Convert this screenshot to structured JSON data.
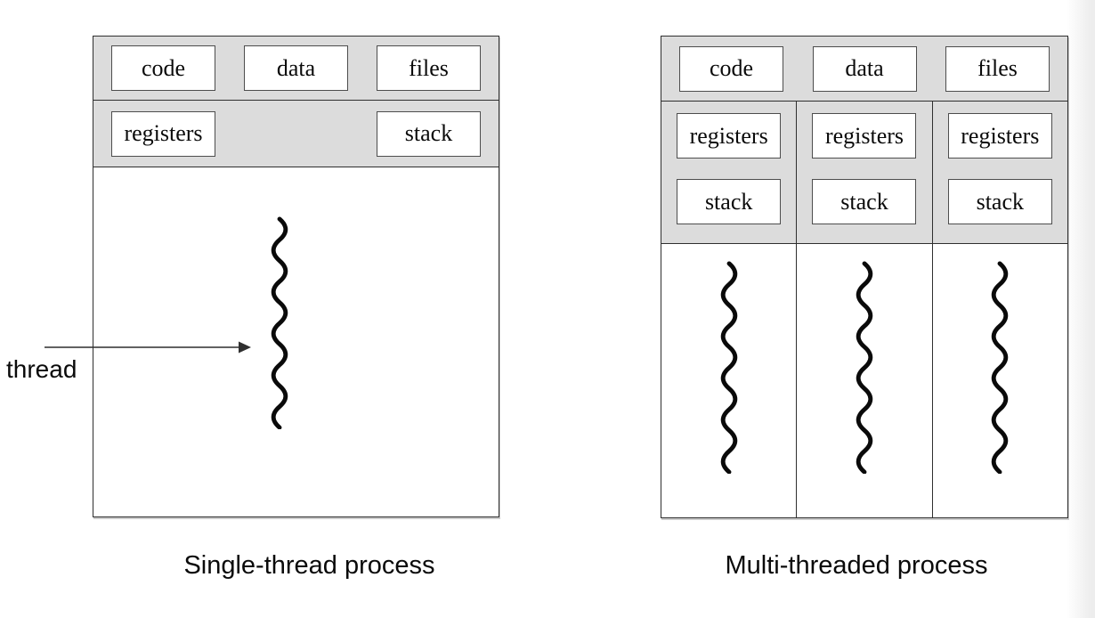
{
  "colors": {
    "background": "#ffffff",
    "panel_gray": "#dcdcdc",
    "border_dark": "#2f2f2f",
    "inner_border": "#4d4d4d",
    "ink": "#0a0a0a",
    "edge_strip": "#ededed"
  },
  "single_thread": {
    "caption": "Single-thread process",
    "shared_boxes": [
      "code",
      "data",
      "files"
    ],
    "row2_boxes": [
      "registers",
      "stack"
    ],
    "pointer_label": "thread",
    "thread_count": 1
  },
  "multi_thread": {
    "caption": "Multi-threaded process",
    "shared_boxes": [
      "code",
      "data",
      "files"
    ],
    "per_thread_boxes": [
      "registers",
      "stack"
    ],
    "thread_count": 3
  }
}
